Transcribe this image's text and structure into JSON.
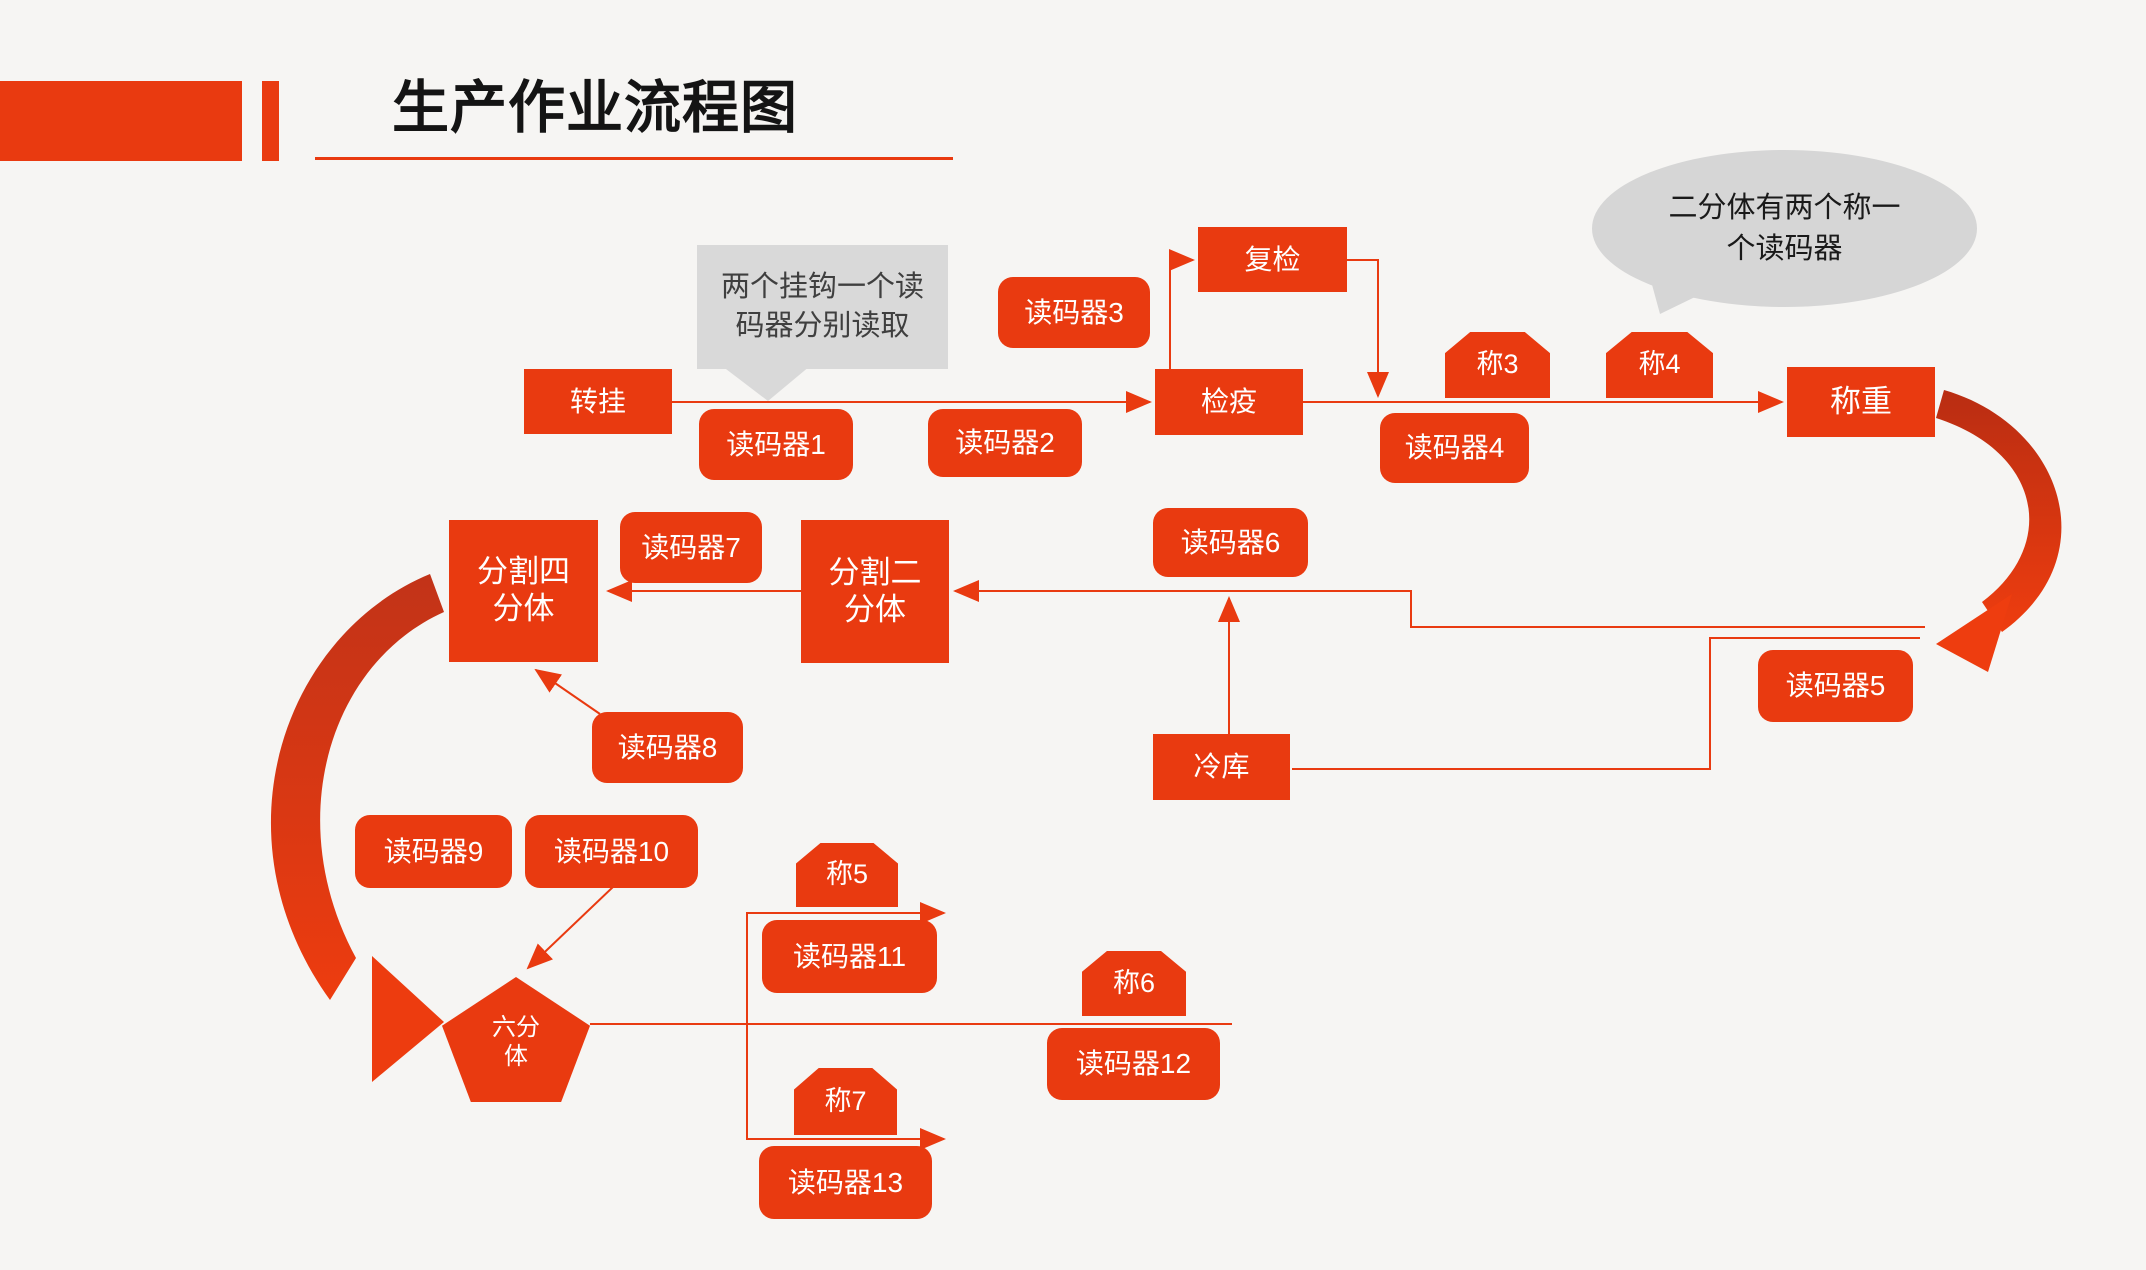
{
  "title": "生产作业流程图",
  "annotations": {
    "hook_callout": "两个挂钩一个读\n码器分别读取",
    "bisection_bubble": "二分体有两个称一\n个读码器"
  },
  "nodes": {
    "zhuangua": "转挂",
    "reader1": "读码器1",
    "reader2": "读码器2",
    "reader3": "读码器3",
    "jianyi": "检疫",
    "fujian": "复检",
    "scale3": "称3",
    "scale4": "称4",
    "reader4": "读码器4",
    "chengzhong": "称重",
    "reader5": "读码器5",
    "reader6": "读码器6",
    "fenge_erfenti": "分割二\n分体",
    "reader7": "读码器7",
    "fenge_sifenti": "分割四\n分体",
    "reader8": "读码器8",
    "lengku": "冷库",
    "reader9": "读码器9",
    "reader10": "读码器10",
    "liufenti": "六分\n体",
    "scale5": "称5",
    "reader11": "读码器11",
    "scale6": "称6",
    "reader12": "读码器12",
    "scale7": "称7",
    "reader13": "读码器13"
  },
  "colors": {
    "accent": "#E93A10",
    "accent_dark": "#B92D12",
    "background": "#F6F5F3",
    "callout_bg": "#D9D9D9",
    "bubble_bg": "#D6D6D6",
    "title_text": "#141414",
    "node_text": "#FFFFFF"
  }
}
